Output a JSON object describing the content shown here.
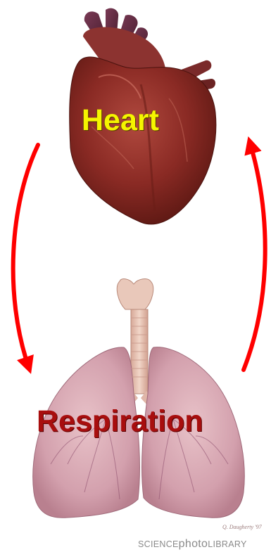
{
  "labels": {
    "heart": "Heart",
    "respiration": "Respiration"
  },
  "credit": {
    "left": "SCIENCE",
    "middle": "photo",
    "right": "LIBRARY"
  },
  "signature": "Q. Daugherty '97",
  "colors": {
    "heart_label": "#f5f500",
    "respiration_label": "#a80e0e",
    "arrow": "#ff0000",
    "heart_tissue": "#8e2a24",
    "lung_tissue": "#d9a9b4",
    "trachea": "#e7c3b4"
  },
  "arrows": [
    {
      "name": "heart-to-lungs",
      "direction": "down"
    },
    {
      "name": "lungs-to-heart",
      "direction": "up"
    }
  ]
}
